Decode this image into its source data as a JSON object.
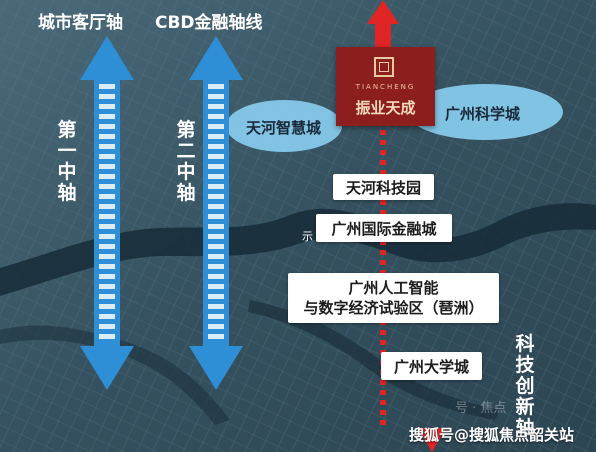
{
  "map": {
    "axes": {
      "city_hall_axis": "城市客厅轴",
      "cbd_axis": "CBD金融轴线",
      "first_axis": "第一中轴",
      "second_axis": "第二中轴",
      "innovation_axis": "科技创新轴"
    },
    "zones": {
      "tianhe_smart_city": "天河智慧城",
      "guangzhou_science_city": "广州科学城"
    },
    "logo": {
      "en": "TIANCHENG",
      "cn": "振业天成"
    },
    "nodes": [
      "天河科技园",
      "广州国际金融城",
      "广州人工智能",
      "与数字经济试验区（琶洲）",
      "广州大学城"
    ],
    "note": "示",
    "watermark": "搜狐号@搜狐焦点韶关站",
    "faint_text": "号 · 焦点"
  },
  "colors": {
    "background": "#3b5564",
    "arrow_blue": "#2e8fd6",
    "arrow_red": "#e02525",
    "ellipse": "#7fc4e6",
    "logo_red": "#8d1e1e"
  }
}
